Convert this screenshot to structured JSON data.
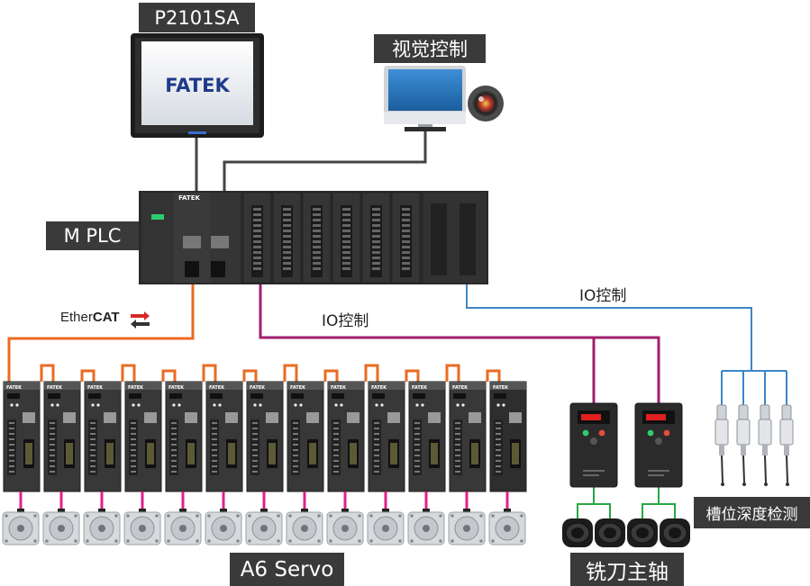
{
  "labels": {
    "hmi": "P2101SA",
    "vision": "视觉控制",
    "plc": "M PLC",
    "servo": "A6 Servo",
    "spindle": "铣刀主轴",
    "depth": "槽位深度检测",
    "io_left": "IO控制",
    "io_right": "IO控制",
    "ethercat_prefix": "Ether",
    "ethercat_suffix": "CAT"
  },
  "hmi_brand": "FATEK",
  "plc_brand": "FATEK",
  "drive_brand": "FATEK",
  "counts": {
    "servo_drives": 13,
    "spindle_inverters": 2,
    "spindle_motors": 4,
    "depth_sensors": 4
  },
  "colors": {
    "ethercat_link": "#ea6b22",
    "io_link": "#a0206e",
    "sensor_link": "#3d86c6",
    "spindle_link": "#28a745",
    "motor_cable": "#e0208a",
    "label_bg": "#3a3a3a",
    "brand_blue": "#1f3a8a"
  },
  "icons": [
    "hmi-panel-icon",
    "monitor-icon",
    "camera-icon",
    "plc-rack-icon",
    "servo-drive-icon",
    "servo-motor-icon",
    "inverter-icon",
    "spindle-motor-icon",
    "depth-sensor-icon",
    "ethercat-arrows-icon"
  ]
}
